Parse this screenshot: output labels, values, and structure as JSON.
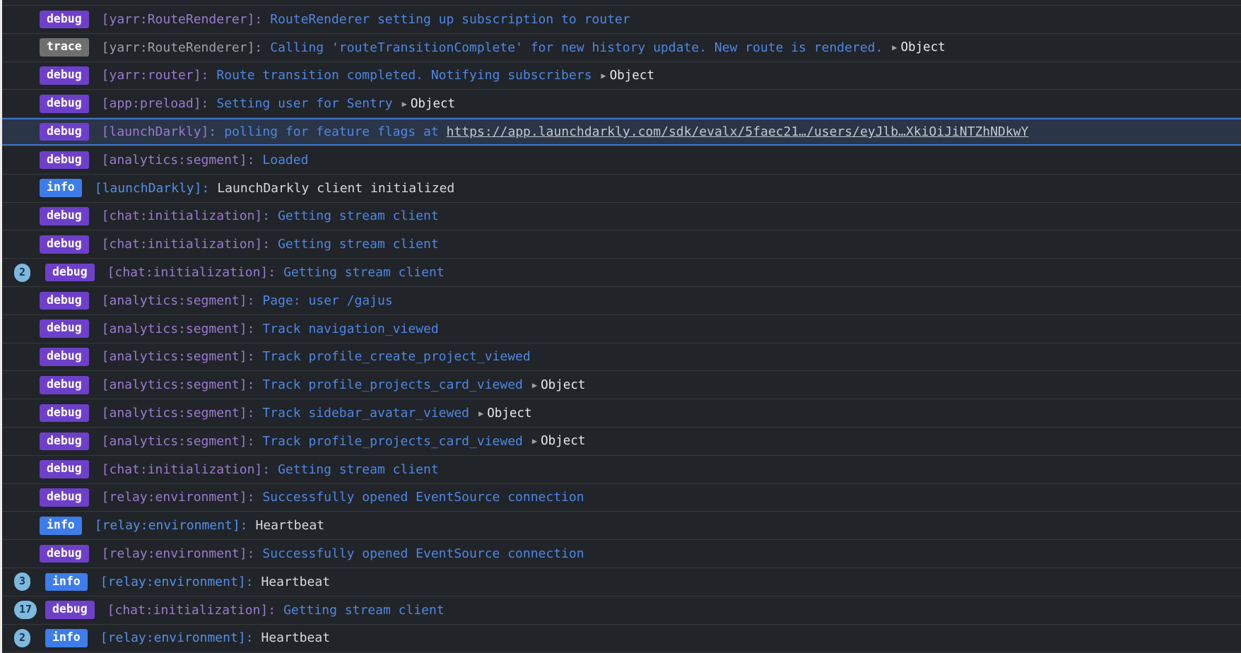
{
  "colors": {
    "background": "#212428",
    "row_separator": "#35383d",
    "message_blue": "#4e87e5",
    "tag_violet": "#9a7bd0",
    "tag_gray": "#9aa0a6",
    "tag_blue": "#5390ea",
    "text_light": "#d6d9de",
    "link_text": "#c4c8cf",
    "debug_badge_bg": "#6e40c9",
    "trace_badge_bg": "#6f6f6f",
    "info_badge_bg": "#3d7de9",
    "badge_text": "#ffffff",
    "count_badge_bg": "#7db9de",
    "count_badge_text": "#17344f",
    "highlight_row_bg": "#2a3548",
    "highlight_border": "#3f74c9",
    "object_text": "#e8eaed",
    "triangle_gray": "#9ba1a6",
    "left_edge_strip": "#ececec"
  },
  "console": {
    "object_label": "Object",
    "expand_icon": "▶",
    "levels": {
      "debug": "debug",
      "trace": "trace",
      "info": "info"
    },
    "rows": [
      {
        "level": "debug",
        "tag": "[yarr:RouteRenderer]:",
        "message": "RouteRenderer setting up subscription to router",
        "object": false
      },
      {
        "level": "trace",
        "tag": "[yarr:RouteRenderer]:",
        "message": "Calling 'routeTransitionComplete' for new history update. New route is rendered.",
        "object": true
      },
      {
        "level": "debug",
        "tag": "[yarr:router]:",
        "message": "Route transition completed. Notifying subscribers",
        "object": true
      },
      {
        "level": "debug",
        "tag": "[app:preload]:",
        "message": "Setting user for Sentry",
        "object": true
      },
      {
        "level": "debug",
        "tag": "[launchDarkly]:",
        "message": "polling for feature flags at",
        "link": "https://app.launchdarkly.com/sdk/evalx/5faec21…/users/eyJlb…XkiOiJiNTZhNDkwY",
        "object": false,
        "highlighted": true
      },
      {
        "level": "debug",
        "tag": "[analytics:segment]:",
        "message": "Loaded",
        "object": false
      },
      {
        "level": "info",
        "tag": "[launchDarkly]:",
        "message": "LaunchDarkly client initialized",
        "object": false
      },
      {
        "level": "debug",
        "tag": "[chat:initialization]:",
        "message": "Getting stream client",
        "object": false
      },
      {
        "level": "debug",
        "tag": "[chat:initialization]:",
        "message": "Getting stream client",
        "object": false
      },
      {
        "count": "2",
        "level": "debug",
        "tag": "[chat:initialization]:",
        "message": "Getting stream client",
        "object": false
      },
      {
        "level": "debug",
        "tag": "[analytics:segment]:",
        "message": "Page: user /gajus",
        "object": false
      },
      {
        "level": "debug",
        "tag": "[analytics:segment]:",
        "message": "Track navigation_viewed",
        "object": false
      },
      {
        "level": "debug",
        "tag": "[analytics:segment]:",
        "message": "Track profile_create_project_viewed",
        "object": false
      },
      {
        "level": "debug",
        "tag": "[analytics:segment]:",
        "message": "Track profile_projects_card_viewed",
        "object": true
      },
      {
        "level": "debug",
        "tag": "[analytics:segment]:",
        "message": "Track sidebar_avatar_viewed",
        "object": true
      },
      {
        "level": "debug",
        "tag": "[analytics:segment]:",
        "message": "Track profile_projects_card_viewed",
        "object": true
      },
      {
        "level": "debug",
        "tag": "[chat:initialization]:",
        "message": "Getting stream client",
        "object": false
      },
      {
        "level": "debug",
        "tag": "[relay:environment]:",
        "message": "Successfully opened EventSource connection",
        "object": false
      },
      {
        "level": "info",
        "tag": "[relay:environment]:",
        "message": "Heartbeat",
        "object": false
      },
      {
        "level": "debug",
        "tag": "[relay:environment]:",
        "message": "Successfully opened EventSource connection",
        "object": false
      },
      {
        "count": "3",
        "level": "info",
        "tag": "[relay:environment]:",
        "message": "Heartbeat",
        "object": false
      },
      {
        "count": "17",
        "level": "debug",
        "tag": "[chat:initialization]:",
        "message": "Getting stream client",
        "object": false
      },
      {
        "count": "2",
        "level": "info",
        "tag": "[relay:environment]:",
        "message": "Heartbeat",
        "object": false
      }
    ]
  }
}
